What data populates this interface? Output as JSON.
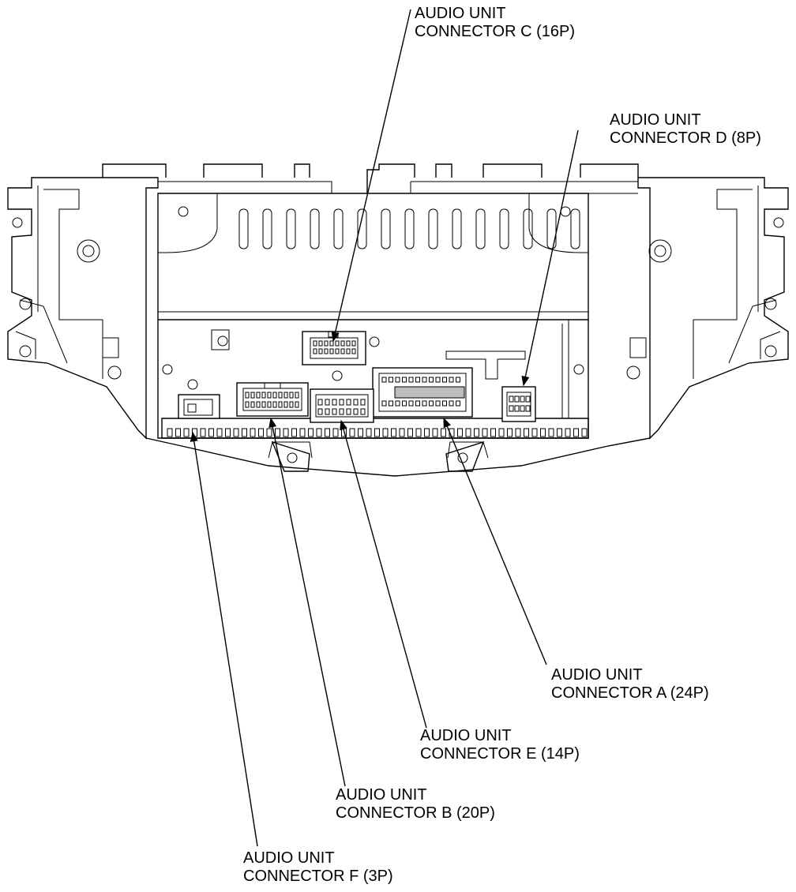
{
  "callouts": {
    "c": {
      "line1": "AUDIO UNIT",
      "line2": "CONNECTOR C (16P)"
    },
    "d": {
      "line1": "AUDIO UNIT",
      "line2": "CONNECTOR D (8P)"
    },
    "a": {
      "line1": "AUDIO UNIT",
      "line2": "CONNECTOR A (24P)"
    },
    "e": {
      "line1": "AUDIO UNIT",
      "line2": "CONNECTOR E (14P)"
    },
    "b": {
      "line1": "AUDIO UNIT",
      "line2": "CONNECTOR B (20P)"
    },
    "f": {
      "line1": "AUDIO UNIT",
      "line2": "CONNECTOR F (3P)"
    }
  },
  "colors": {
    "line": "#000000",
    "background": "#ffffff",
    "shade": "#bdbdbd"
  }
}
